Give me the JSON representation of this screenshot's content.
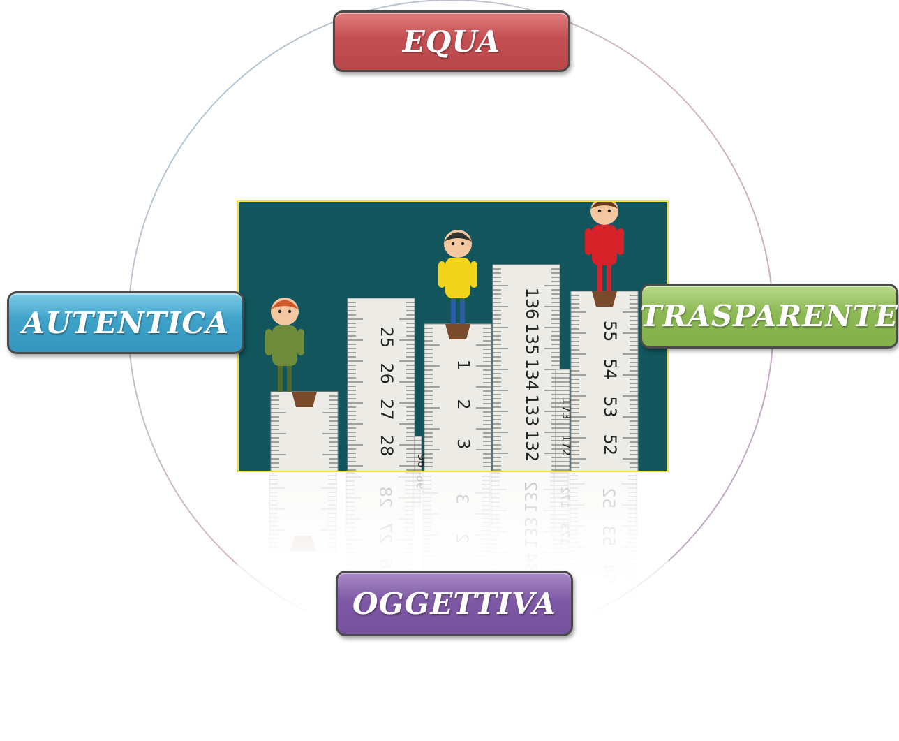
{
  "labels": {
    "top": "EQUA",
    "left": "AUTENTICA",
    "right": "TRASPARENTE",
    "bottom": "OGGETTIVA"
  },
  "colors": {
    "top": "#c44f52",
    "left": "#3fa2c9",
    "right": "#8db955",
    "bottom": "#7e5aa6",
    "photo_background": "#12555d",
    "photo_border": "#f2e23a",
    "ruler": "#ecebe6"
  },
  "illustration": {
    "ruler_numbers": [
      "25",
      "26",
      "27",
      "28",
      "96",
      "1",
      "2",
      "3",
      "136",
      "135",
      "134",
      "133",
      "132",
      "173",
      "172",
      "55",
      "54",
      "53",
      "52"
    ]
  }
}
